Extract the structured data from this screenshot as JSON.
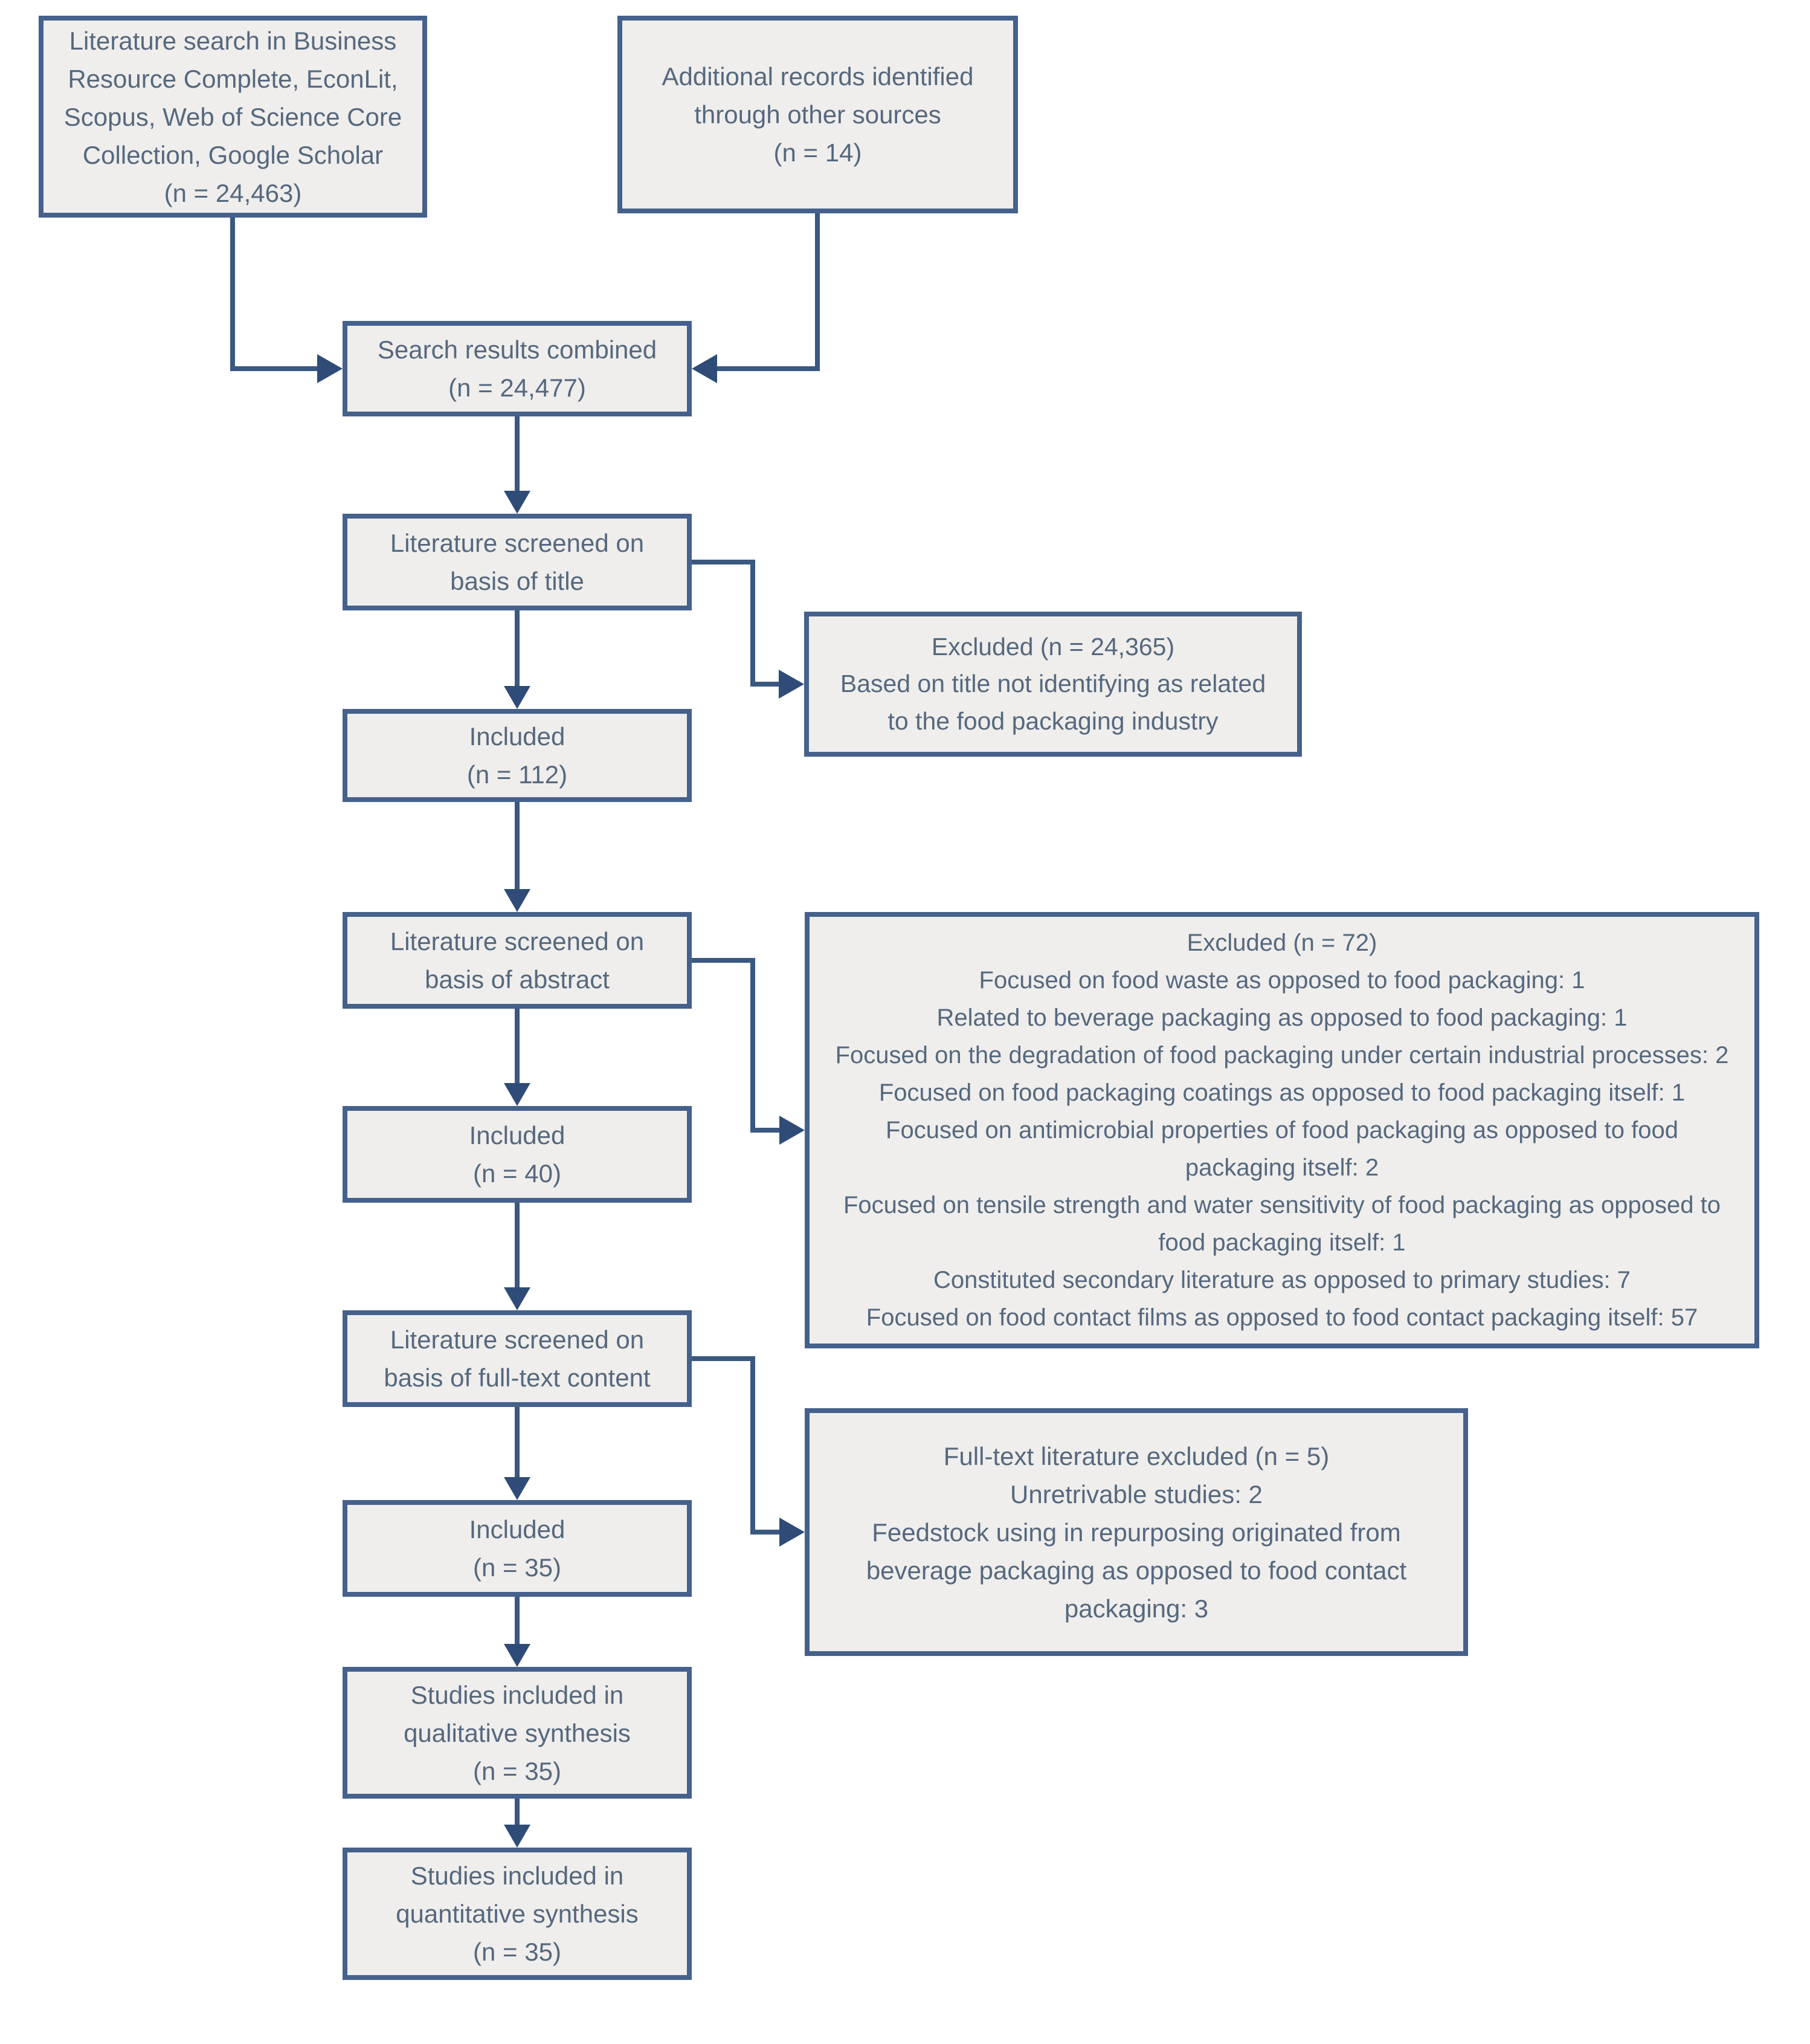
{
  "boxes": {
    "literature_search": {
      "text": "Literature search in Business\nResource Complete, EconLit,\nScopus, Web of Science Core\nCollection, Google Scholar\n(n = 24,463)"
    },
    "additional_records": {
      "text": "Additional records identified\nthrough other sources\n(n = 14)"
    },
    "search_results_combined": {
      "text": "Search results combined\n(n = 24,477)"
    },
    "screened_title": {
      "text": "Literature screened on\nbasis of title"
    },
    "excluded_title": {
      "text": "Excluded  (n = 24,365)\nBased on title not identifying as related\nto the food packaging industry"
    },
    "included_title": {
      "text": "Included\n(n = 112)"
    },
    "screened_abstract": {
      "text": "Literature screened on\nbasis of abstract"
    },
    "excluded_abstract": {
      "text": "Excluded (n = 72)\nFocused on food waste as opposed to food packaging: 1\nRelated to beverage packaging as opposed to food packaging: 1\nFocused on the degradation of food packaging under certain industrial processes: 2\nFocused on food packaging coatings as opposed to food packaging itself: 1\nFocused on antimicrobial properties of food packaging as opposed to food\npackaging itself: 2\nFocused on tensile strength and water sensitivity of food packaging as opposed to\nfood packaging itself: 1\nConstituted secondary literature as opposed to primary studies: 7\nFocused on food contact films as opposed to food contact packaging itself: 57"
    },
    "included_abstract": {
      "text": "Included\n(n = 40)"
    },
    "screened_fulltext": {
      "text": "Literature screened on\nbasis of full-text content"
    },
    "excluded_fulltext": {
      "text": "Full-text literature excluded (n = 5)\nUnretrivable studies: 2\nFeedstock using in repurposing originated from\nbeverage packaging as opposed to food contact\npackaging: 3"
    },
    "included_fulltext": {
      "text": "Included\n(n = 35)"
    },
    "qualitative_synthesis": {
      "text": "Studies included in\nqualitative synthesis\n(n = 35)"
    },
    "quantitative_synthesis": {
      "text": "Studies included in\nquantitative synthesis\n(n = 35)"
    }
  },
  "colors": {
    "background": "#ffffff",
    "box_fill": "#efeeec",
    "box_border": "#45618c",
    "connector_line": "#3a5880",
    "arrowhead": "#2e4c77",
    "text": "#55687f"
  }
}
